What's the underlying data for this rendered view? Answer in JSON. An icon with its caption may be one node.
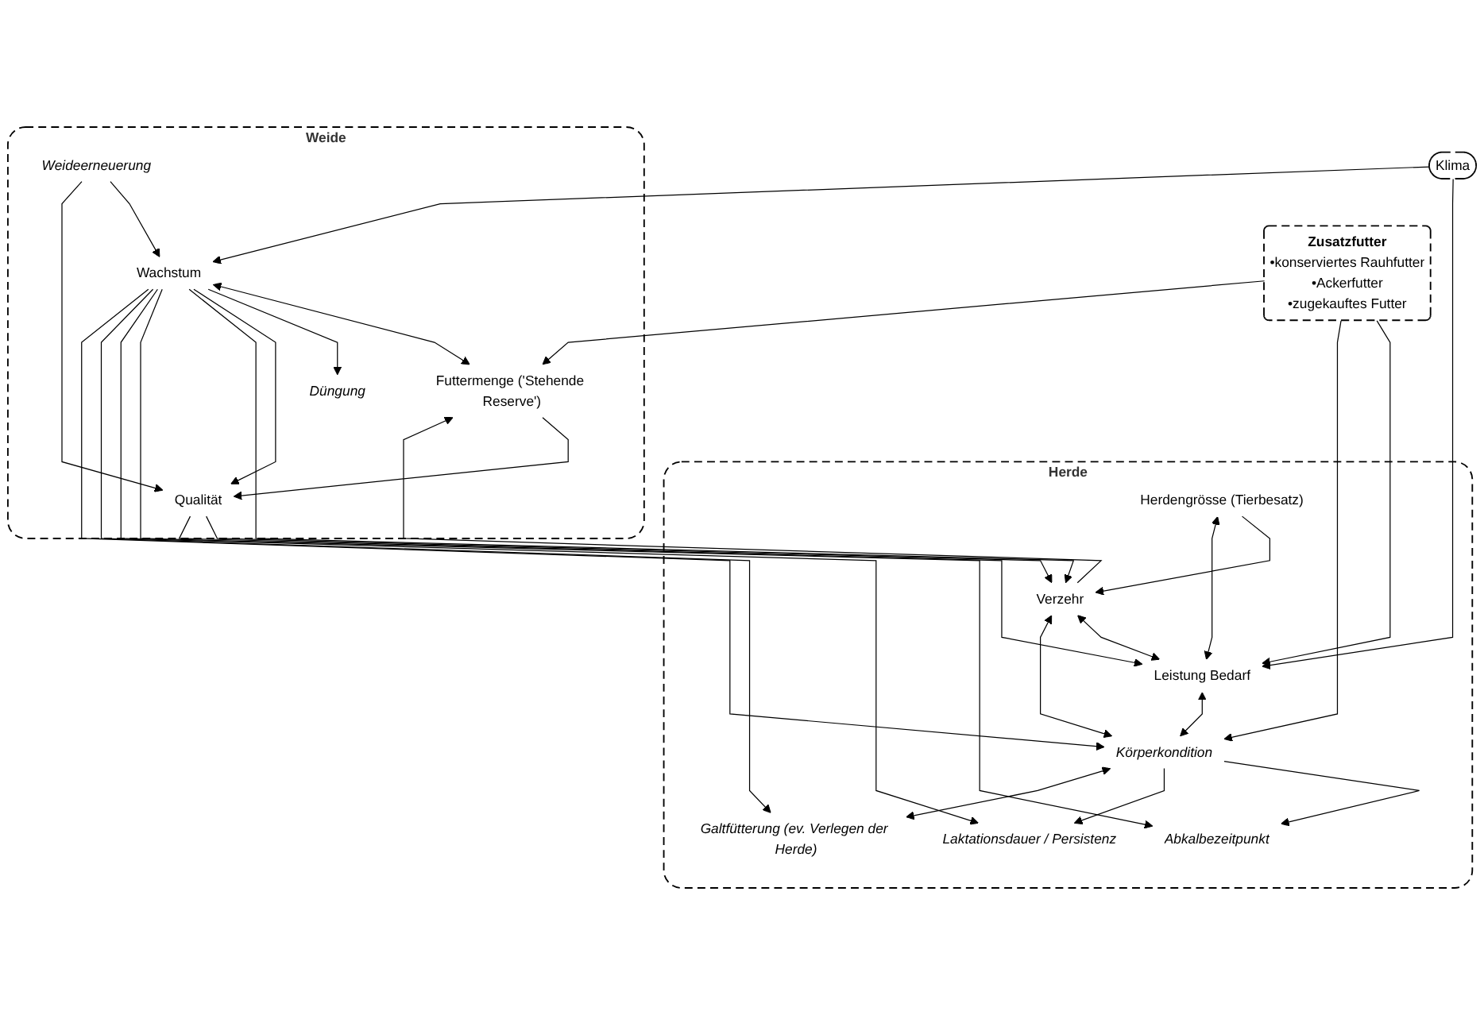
{
  "diagram": {
    "nodes": [
      {
        "text": [
          "Weide"
        ]
      },
      {
        "text": [
          "Wachstum"
        ],
        "in": 0
      },
      {
        "text": [
          "Futtermenge ('Stehende Reserve')"
        ],
        "in": 0
      },
      {
        "text": [
          "Düngung"
        ],
        "in": 0
      },
      {
        "text": [
          "Qualität"
        ],
        "in": 0
      },
      {
        "text": [
          "Weideerneuerung"
        ],
        "in": 0
      },
      {
        "text": [
          "Klima"
        ]
      },
      {
        "text": [
          "Zusatzfutter",
          "•konserviertes Rauhfutter",
          "•Ackerfutter",
          "•zugekauftes Futter"
        ]
      },
      {
        "text": [
          "Herde"
        ]
      },
      {
        "text": [
          "Herdengrösse (Tierbesatz)"
        ],
        "in": 8
      },
      {
        "text": [
          "Verzehr"
        ],
        "in": 8
      },
      {
        "text": [
          "Leistung Bedarf"
        ],
        "in": 8
      },
      {
        "text": [
          "Körperkondition"
        ],
        "in": 8
      },
      {
        "text": [
          "Abkalbezeitpunkt"
        ],
        "in": 8
      },
      {
        "text": [
          "Laktationsdauer / Persistenz"
        ],
        "in": 8
      },
      {
        "text": [
          "Galtfütterung (ev. Verlegen der Herde)"
        ],
        "in": 8
      }
    ],
    "edges": [
      {
        "from": 6,
        "to": 1,
        "arrow": "to"
      },
      {
        "from": 1,
        "to": 2,
        "arrow": "both"
      },
      {
        "from": 1,
        "to": 3,
        "arrow": "to"
      },
      {
        "from": 5,
        "to": 1,
        "arrow": "to"
      },
      {
        "from": 1,
        "to": 4,
        "arrow": "to"
      },
      {
        "from": 2,
        "to": 4,
        "arrow": "to"
      },
      {
        "from": 5,
        "to": 4,
        "arrow": "to"
      },
      {
        "from": 7,
        "to": 2,
        "arrow": "to"
      },
      {
        "from": 6,
        "to": 11,
        "arrow": "to"
      },
      {
        "from": 7,
        "to": 11,
        "arrow": "to"
      },
      {
        "from": 7,
        "to": 12,
        "arrow": "to"
      },
      {
        "from": 4,
        "to": 10,
        "arrow": "to"
      },
      {
        "from": 10,
        "to": 2,
        "arrow": "to"
      },
      {
        "from": 4,
        "to": 11,
        "arrow": "to"
      },
      {
        "from": 9,
        "to": 10,
        "arrow": "to"
      },
      {
        "from": 9,
        "to": 11,
        "arrow": "both"
      },
      {
        "from": 10,
        "to": 11,
        "arrow": "both"
      },
      {
        "from": 11,
        "to": 12,
        "arrow": "both"
      },
      {
        "from": 10,
        "to": 12,
        "arrow": "both"
      },
      {
        "from": 12,
        "to": 13,
        "arrow": "to"
      },
      {
        "from": 12,
        "to": 14,
        "arrow": "to"
      },
      {
        "from": 12,
        "to": 15,
        "arrow": "both"
      },
      {
        "from": 1,
        "to": 10,
        "arrow": "to"
      },
      {
        "from": 1,
        "to": 13,
        "arrow": "to"
      },
      {
        "from": 1,
        "to": 14,
        "arrow": "to"
      },
      {
        "from": 1,
        "to": 15,
        "arrow": "to"
      },
      {
        "from": 1,
        "to": 12,
        "arrow": "to"
      }
    ]
  }
}
